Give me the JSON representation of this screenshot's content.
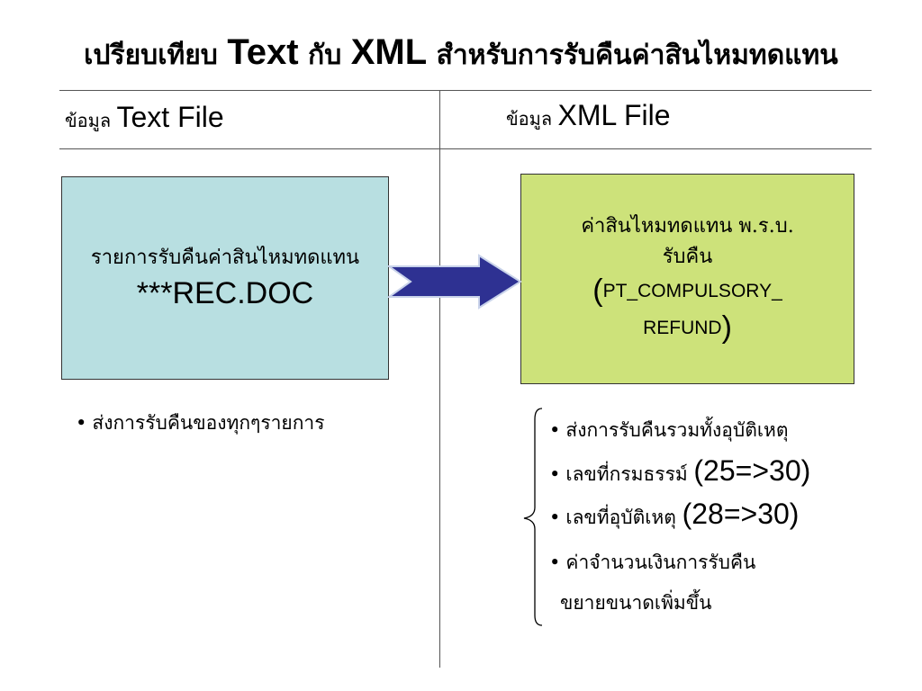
{
  "title": {
    "part1": "เปรียบเทียบ",
    "text_word": "Text",
    "part2": "กับ",
    "xml_word": "XML",
    "part3": "สำหรับการรับคืนค่าสินไหมทดแทน"
  },
  "columns": {
    "left": {
      "thai": "ข้อมูล",
      "en": "Text File"
    },
    "right": {
      "thai": "ข้อมูล",
      "en": "XML File"
    }
  },
  "left_box": {
    "line1": "รายการรับคืนค่าสินไหมทดแทน",
    "line2": "***REC.DOC"
  },
  "right_box": {
    "line1": "ค่าสินไหมทดแทน พ.ร.บ.",
    "line2": "รับคืน",
    "open_paren": "(",
    "code1": "PT_COMPULSORY_",
    "code2": "REFUND",
    "close_paren": ")"
  },
  "left_bullets": [
    {
      "text": "ส่งการรับคืนของทุกๆรายการ"
    }
  ],
  "right_bullets": [
    {
      "text": "ส่งการรับคืนรวมทั้งอุบัติเหตุ",
      "extra": ""
    },
    {
      "text": "เลขที่กรมธรรม์",
      "extra": "(25=>30)"
    },
    {
      "text": "เลขที่อุบัติเหตุ",
      "extra": "(28=>30)"
    },
    {
      "text": "ค่าจำนวนเงินการรับคืน",
      "extra": ""
    }
  ],
  "right_bullets_continuation": "ขยายขนาดเพิ่มขึ้น",
  "bullet_symbol": "•",
  "colors": {
    "left_box_fill": "#b8dfe1",
    "right_box_fill": "#cde27a",
    "arrow_fill": "#2e3192"
  }
}
